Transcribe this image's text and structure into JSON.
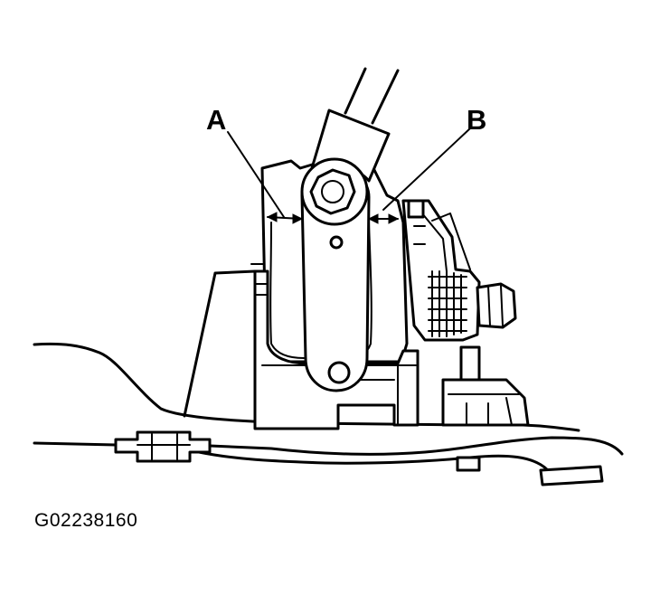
{
  "callouts": {
    "a": "A",
    "b": "B"
  },
  "figure_id": "G02238160"
}
